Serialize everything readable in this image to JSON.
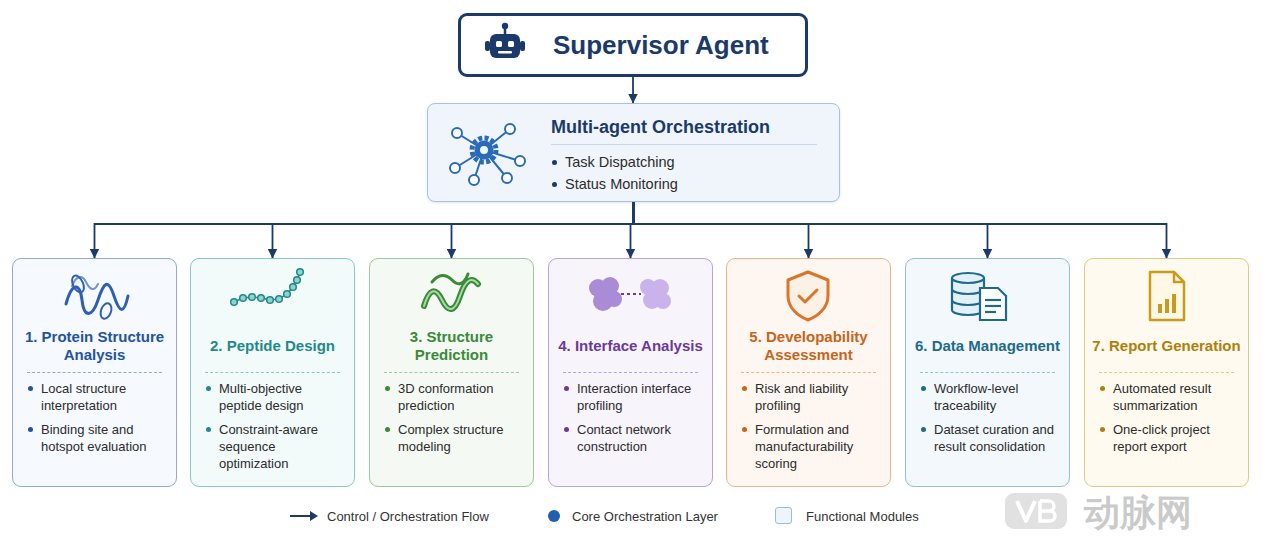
{
  "diagram": {
    "nodes": [
      {
        "text": [
          "Supervisor Agent"
        ]
      },
      {
        "text": [
          "Multi-agent Orchestration",
          "Task Dispatching",
          "Status Monitoring"
        ]
      },
      {
        "text": [
          "1. Protein Structure Analysis",
          "Local structure interpretation",
          "Binding site and hotspot evaluation"
        ]
      },
      {
        "text": [
          "2. Peptide Design",
          "Multi-objective peptide design",
          "Constraint-aware sequence optimization"
        ]
      },
      {
        "text": [
          "3. Structure Prediction",
          "3D conformation prediction",
          "Complex structure modeling"
        ]
      },
      {
        "text": [
          "4. Interface Analysis",
          "Interaction interface profiling",
          "Contact network construction"
        ]
      },
      {
        "text": [
          "5. Developability Assessment",
          "Risk and liability profiling",
          "Formulation and manufacturability scoring"
        ]
      },
      {
        "text": [
          "6. Data Management",
          "Workflow-level traceability",
          "Dataset curation and result consolidation"
        ]
      },
      {
        "text": [
          "7. Report Generation",
          "Automated result summarization",
          "One-click project report export"
        ]
      }
    ],
    "edges": [
      {
        "from": 0,
        "to": 1,
        "arrow": "to"
      },
      {
        "from": 1,
        "to": 2,
        "arrow": "to"
      },
      {
        "from": 1,
        "to": 3,
        "arrow": "to"
      },
      {
        "from": 1,
        "to": 4,
        "arrow": "to"
      },
      {
        "from": 1,
        "to": 5,
        "arrow": "to"
      },
      {
        "from": 1,
        "to": 6,
        "arrow": "to"
      },
      {
        "from": 1,
        "to": 7,
        "arrow": "to"
      },
      {
        "from": 1,
        "to": 8,
        "arrow": "to"
      }
    ],
    "labels": [
      "动脉网"
    ],
    "legend": [
      {
        "text": "Control / Orchestration Flow"
      },
      {
        "text": "Core Orchestration Layer",
        "color": "#1f5fae"
      },
      {
        "text": "Functional Modules",
        "color": "#eef4fb"
      }
    ]
  }
}
